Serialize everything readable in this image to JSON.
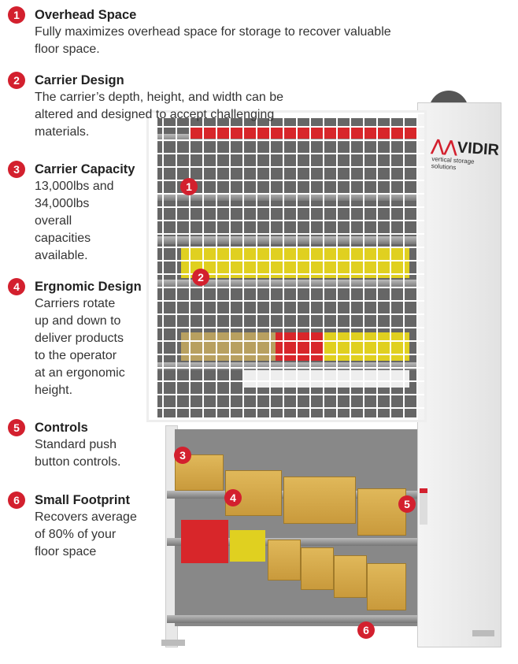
{
  "features": [
    {
      "num": "1",
      "title": "Overhead Space",
      "lines": [
        "Fully maximizes overhead space for storage to recover valuable",
        "floor space."
      ]
    },
    {
      "num": "2",
      "title": "Carrier Design",
      "lines": [
        "The carrier’s depth, height, and width can be",
        "altered and designed to accept challenging",
        "materials."
      ]
    },
    {
      "num": "3",
      "title": "Carrier Capacity",
      "lines": [
        "13,000lbs and",
        "34,000lbs",
        "overall",
        "capacities",
        "available."
      ]
    },
    {
      "num": "4",
      "title": "Ergnomic Design",
      "lines": [
        "Carriers rotate",
        "up and down to",
        "deliver products",
        "to the operator",
        "at an ergonomic",
        "height."
      ]
    },
    {
      "num": "5",
      "title": "Controls",
      "lines": [
        "Standard push",
        "button controls."
      ]
    },
    {
      "num": "6",
      "title": "Small Footprint",
      "lines": [
        "Recovers average",
        "of 80% of your",
        "floor space"
      ]
    }
  ],
  "logo": {
    "brand": "VIDIR",
    "tagline": "vertical storage solutions"
  },
  "markers": [
    "1",
    "2",
    "3",
    "4",
    "5",
    "6"
  ],
  "colors": {
    "accent": "#d3202e",
    "text": "#333333",
    "bin_red": "#d8262a",
    "bin_yellow": "#e0d020",
    "box": "#d4a84a"
  }
}
